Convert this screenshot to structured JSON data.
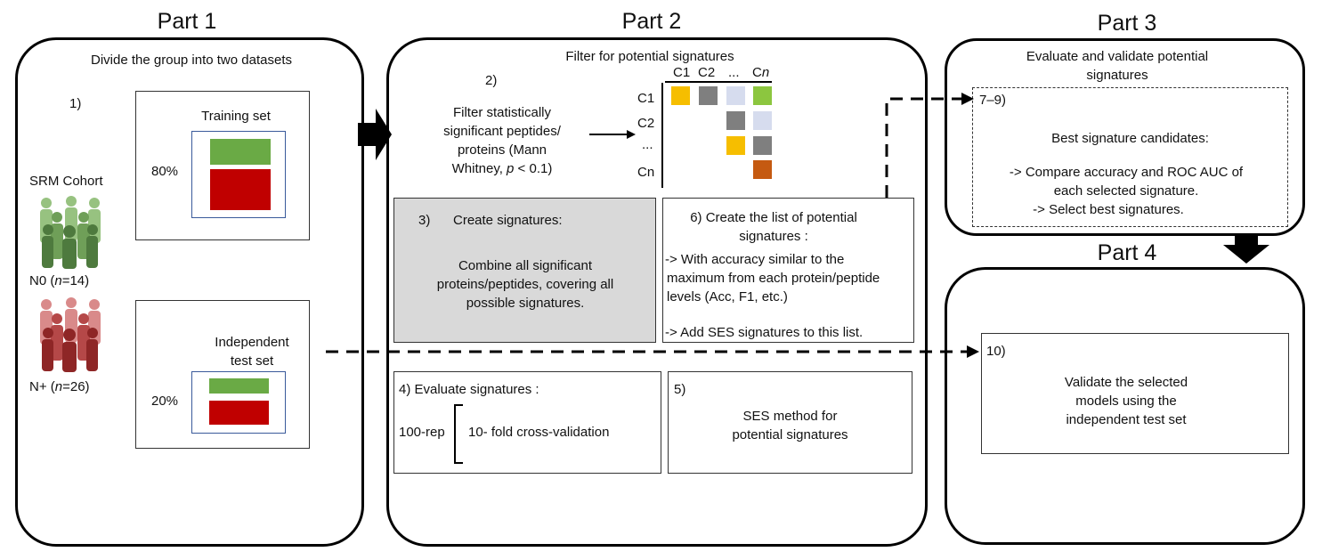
{
  "part1": {
    "title": "Part 1",
    "subtitle": "Divide the group into two datasets",
    "step": "1)",
    "cohort_label": "SRM Cohort",
    "n0_prefix": "N0 (",
    "n0_n": "n",
    "n0_suffix": "=14)",
    "nplus_prefix": "N+ (",
    "nplus_n": "n",
    "nplus_suffix": "=26)",
    "training": {
      "title": "Training set",
      "percent": "80%"
    },
    "test": {
      "title_line1": "Independent",
      "title_line2": "test set",
      "percent": "20%"
    }
  },
  "part2": {
    "title": "Part 2",
    "subtitle": "Filter for potential signatures",
    "step2": "2)",
    "filter_line1": "Filter statistically",
    "filter_line2": "significant peptides/",
    "filter_line3": "proteins (Mann",
    "filter_line4_a": "Whitney, ",
    "filter_line4_p": "p",
    "filter_line4_b": " < 0.1)",
    "matrix": {
      "col_labels": [
        "C1",
        "C2",
        "...",
        "C"
      ],
      "col_last_italic": "n",
      "row_labels": [
        "C1",
        "C2",
        "...",
        "Cn"
      ]
    },
    "step3": {
      "num": "3)",
      "title": "Create signatures:",
      "line1": "Combine all significant",
      "line2": "proteins/peptides, covering all",
      "line3": "possible signatures."
    },
    "step6": {
      "title_line1": "6) Create the list of potential",
      "title_line2": "signatures :",
      "line1": "-> With accuracy similar to the",
      "line2": "maximum from each protein/peptide",
      "line3": "levels (Acc, F1, etc.)",
      "line4": "-> Add SES signatures to this list."
    },
    "step4": {
      "title": "4) Evaluate signatures :",
      "reps": "100-rep",
      "cv": "10- fold cross-validation"
    },
    "step5": {
      "num": "5)",
      "line1": "SES  method for",
      "line2": "potential signatures"
    }
  },
  "part3": {
    "title": "Part 3",
    "subtitle_line1": "Evaluate and validate potential",
    "subtitle_line2": "signatures",
    "step": "7–9)",
    "heading": "Best signature candidates:",
    "line1": "-> Compare accuracy and ROC AUC of",
    "line2": "each selected signature.",
    "line3": "-> Select best signatures."
  },
  "part4": {
    "title": "Part 4",
    "step": "10)",
    "line1": "Validate the selected",
    "line2": "models using the",
    "line3": "independent test set"
  },
  "colors": {
    "green": "#6aaa45",
    "red": "#c00000",
    "box_border": "#3a5a9a",
    "yellow": "#f6be00",
    "gray": "#7f7f7f",
    "light_blue": "#d6dcee",
    "light_green": "#8cc63f",
    "orange": "#c55a11",
    "gray_fill": "#d9d9d9"
  }
}
